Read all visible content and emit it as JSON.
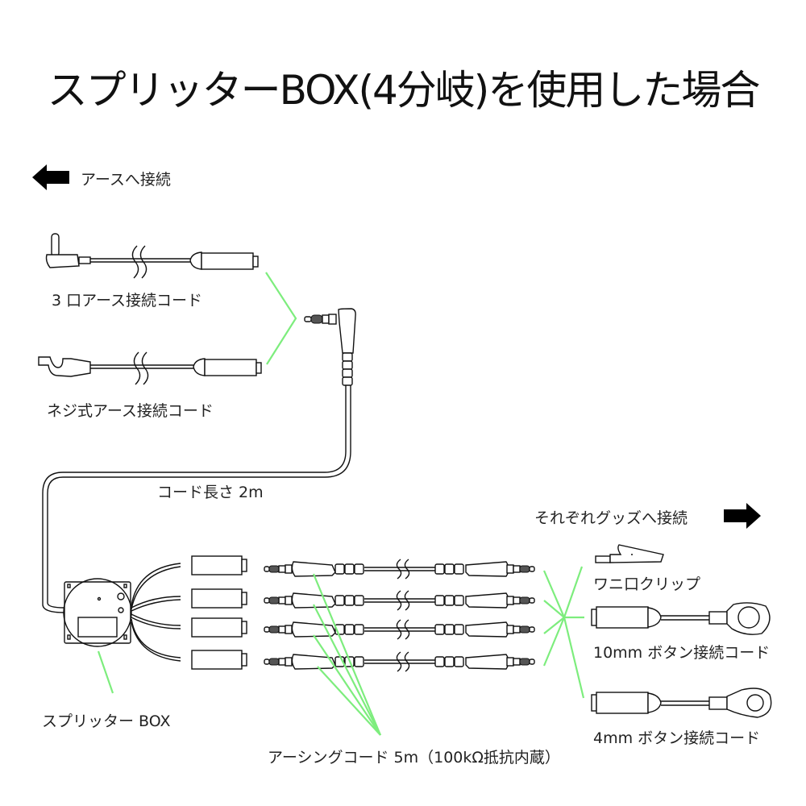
{
  "title": "スプリッターBOX(4分岐)を使用した場合",
  "labels": {
    "to_earth": "アースへ接続",
    "earth_cord_3": "3 口アース接続コード",
    "earth_cord_screw": "ネジ式アース接続コード",
    "cord_length": "コード長さ 2m",
    "to_goods": "それぞれグッズへ接続",
    "alligator_clip": "ワニ口クリップ",
    "button_10mm": "10mm ボタン接続コード",
    "button_4mm": "4mm ボタン接続コード",
    "splitter_box": "スプリッター BOX",
    "earthing_cord": "アーシングコード 5m（100kΩ抵抗内蔵）"
  },
  "icons": {
    "left_arrow": "arrow-left-icon",
    "right_arrow": "arrow-right-icon"
  },
  "colors": {
    "leader_line": "#7ded7d",
    "ink": "#111111"
  }
}
